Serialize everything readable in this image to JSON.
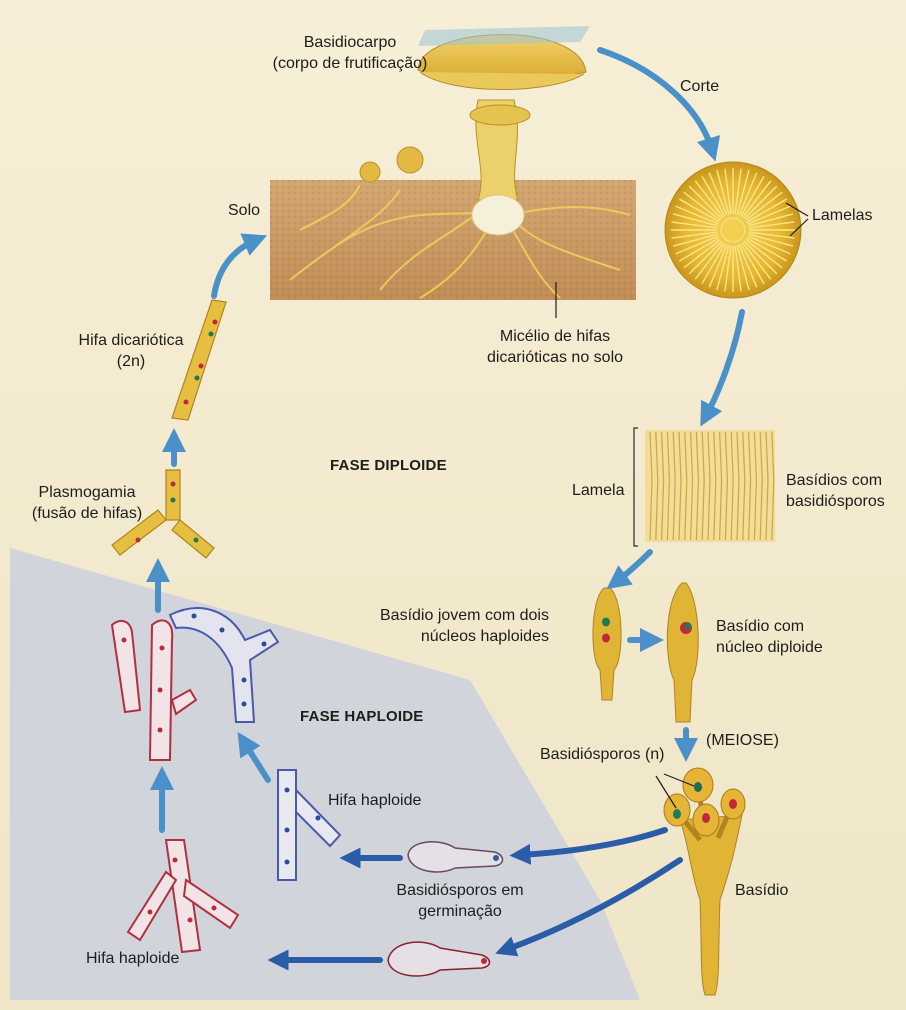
{
  "labels": {
    "basidiocarpo": "Basidiocarpo\n(corpo de frutificação)",
    "corte": "Corte",
    "lamelas": "Lamelas",
    "solo": "Solo",
    "micelio": "Micélio de hifas\ndicarióticas no solo",
    "hifa_dicariotica": "Hifa dicariótica\n(2n)",
    "fase_diploide": "FASE DIPLOIDE",
    "plasmogamia": "Plasmogamia\n(fusão de hifas)",
    "lamela": "Lamela",
    "basidios_com_basidiosporos": "Basídios com\nbasidiósporos",
    "basidio_jovem": "Basídio jovem com dois\nnúcleos haploides",
    "basidio_nucleo_diploide": "Basídio com\nnúcleo diploide",
    "meiose": "(MEIOSE)",
    "basidiosporos_n": "Basidiósporos (n)",
    "fase_haploide": "FASE HAPLOIDE",
    "hifa_haploide_blue": "Hifa haploide",
    "basidiosporos_germinacao": "Basidiósporos em\ngerminação",
    "basidio": "Basídio",
    "hifa_haploide_red": "Hifa haploide"
  },
  "colors": {
    "background": "#f3ecd6",
    "haploid_region": "#cdd2dc",
    "fungus_yellow": "#e8c24a",
    "fungus_dark": "#c9981f",
    "soil": "#c99a63",
    "arrow_blue": "#4a90c9",
    "arrow_navy": "#2a5ca8",
    "hypha_red": "#b03040",
    "hypha_blue": "#4a5aa8",
    "nucleus_red": "#c0283a",
    "nucleus_green": "#1f7a55"
  }
}
